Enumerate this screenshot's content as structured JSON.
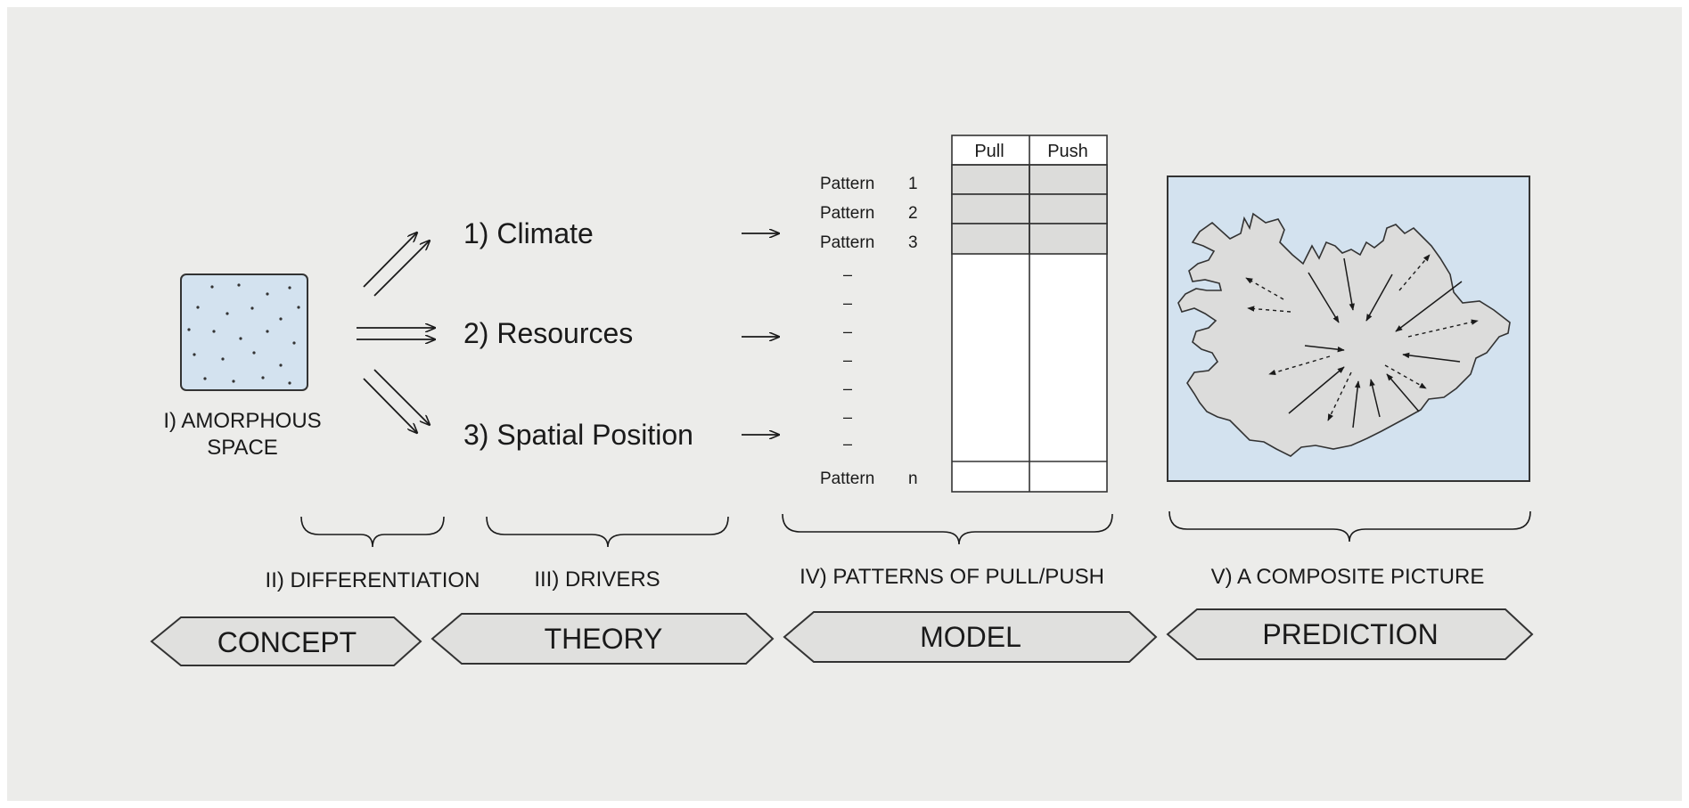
{
  "stage1": {
    "line1": "I) AMORPHOUS",
    "line2": "SPACE"
  },
  "drivers": [
    {
      "label": "1) Climate"
    },
    {
      "label": "2) Resources"
    },
    {
      "label": "3) Spatial Position"
    }
  ],
  "table": {
    "headers": [
      "Pull",
      "Push"
    ],
    "rows": [
      {
        "label": "Pattern",
        "num": "1"
      },
      {
        "label": "Pattern",
        "num": "2"
      },
      {
        "label": "Pattern",
        "num": "3"
      }
    ],
    "last_row": {
      "label": "Pattern",
      "num": "n"
    },
    "ellipsis_mark": "–"
  },
  "brackets": [
    {
      "label": "II) DIFFERENTIATION"
    },
    {
      "label": "III) DRIVERS"
    },
    {
      "label": "IV) PATTERNS OF PULL/PUSH"
    },
    {
      "label": "V)  A COMPOSITE PICTURE"
    }
  ],
  "phases": [
    {
      "label": "CONCEPT"
    },
    {
      "label": "THEORY"
    },
    {
      "label": "MODEL"
    },
    {
      "label": "PREDICTION"
    }
  ],
  "colors": {
    "background": "#ececea",
    "light_blue": "#d3e2ef",
    "shaded_cell": "#dcdcda",
    "arrow_fill": "#e0e0de",
    "line": "#1a1a1a"
  }
}
